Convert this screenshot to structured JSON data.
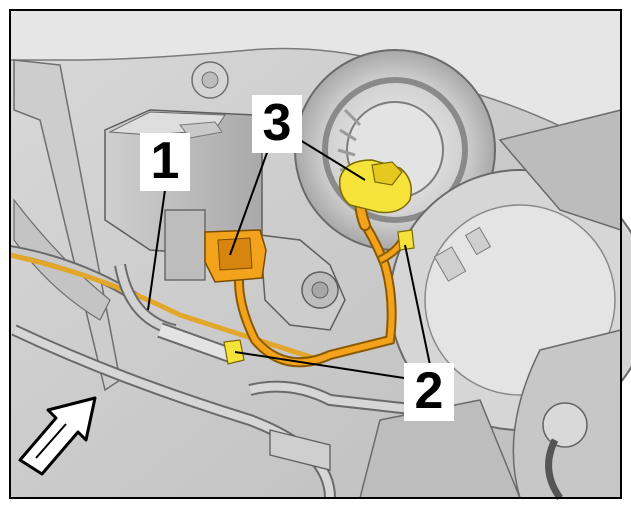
{
  "callouts": [
    {
      "label": "1",
      "part": "sensor-hose"
    },
    {
      "label": "2",
      "part": "hose-clips"
    },
    {
      "label": "3",
      "part": "hose-connector-and-clip"
    }
  ],
  "colors": {
    "highlight": "#f2a31b",
    "highlight_dark": "#c9800a",
    "connector_yellow": "#f5e23a",
    "frame": "#000000"
  },
  "icons": [
    "direction-arrow-icon"
  ]
}
